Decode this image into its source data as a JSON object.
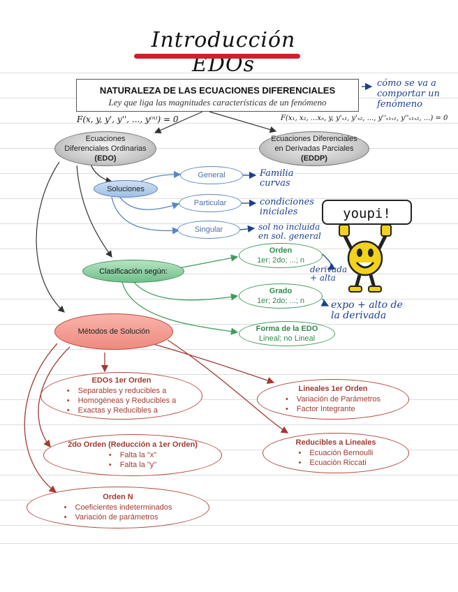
{
  "title": "Introducción EDOs",
  "header": {
    "title": "NATURALEZA DE LAS ECUACIONES DIFERENCIALES",
    "subtitle": "Ley que liga las magnitudes características de un fenómeno"
  },
  "notes": {
    "behavior": "cómo se va a comportar un fenómeno",
    "edo_formula": "F(x, y, y', y'', ..., y⁽ⁿ⁾) = 0",
    "eddp_formula": "F(x₁, x₂, ...xₙ, y, y'ₓ₁, y'ₓ₂, ..., y''ₓ₁ₓ₁, y''ₓ₁ₓ₂, ...) = 0",
    "general": "Familia curvas",
    "particular": "condiciones iniciales",
    "singular": "sol no incluida en sol. general",
    "orden": "derivada + alta",
    "grado": "expo + alto de la derivada",
    "youpi": "youpi!"
  },
  "nodes": {
    "edo_line1": "Ecuaciones",
    "edo_line2": "Diferenciales Ordinarias",
    "edo_abbr": "(EDO)",
    "eddp_line1": "Ecuaciones Diferenciales",
    "eddp_line2": "en Derivadas Parciales",
    "eddp_abbr": "(EDDP)",
    "soluciones": "Soluciones",
    "general": "General",
    "particular": "Particular",
    "singular": "Singular",
    "clasificacion": "Clasificación según:",
    "orden_title": "Orden",
    "orden_values": "1er; 2do; ...; n",
    "grado_title": "Grado",
    "grado_values": "1er; 2do; ...; n",
    "forma_title": "Forma de la EDO",
    "forma_values": "Lineal; no Lineal",
    "metodos": "Métodos de Solución"
  },
  "methods": {
    "edos1": {
      "title": "EDOs 1er Orden",
      "items": [
        "Separables y reducibles a",
        "Homogéneas y Reducibles a",
        "Exactas y Reducibles a"
      ]
    },
    "lineales": {
      "title": "Lineales 1er Orden",
      "items": [
        "Variación de Parámetros",
        "Factor Integrante"
      ]
    },
    "segundo": {
      "title": "2do Orden (Reducción a 1er Orden)",
      "items": [
        "Falta la \"x\"",
        "Falta la \"y\""
      ]
    },
    "reducibles": {
      "title": "Reducibles a Lineales",
      "items": [
        "Ecuación Bernoulli",
        "Ecuación Riccati"
      ]
    },
    "ordenN": {
      "title": "Orden N",
      "items": [
        "Coeficientes indeterminados",
        "Variación de parámetros"
      ]
    }
  },
  "colors": {
    "title_underline": "#d41f2b",
    "handwriting": "#1d3f8f",
    "green": "#3f9c5c",
    "red": "#a13a31",
    "blue": "#5b86c4"
  }
}
